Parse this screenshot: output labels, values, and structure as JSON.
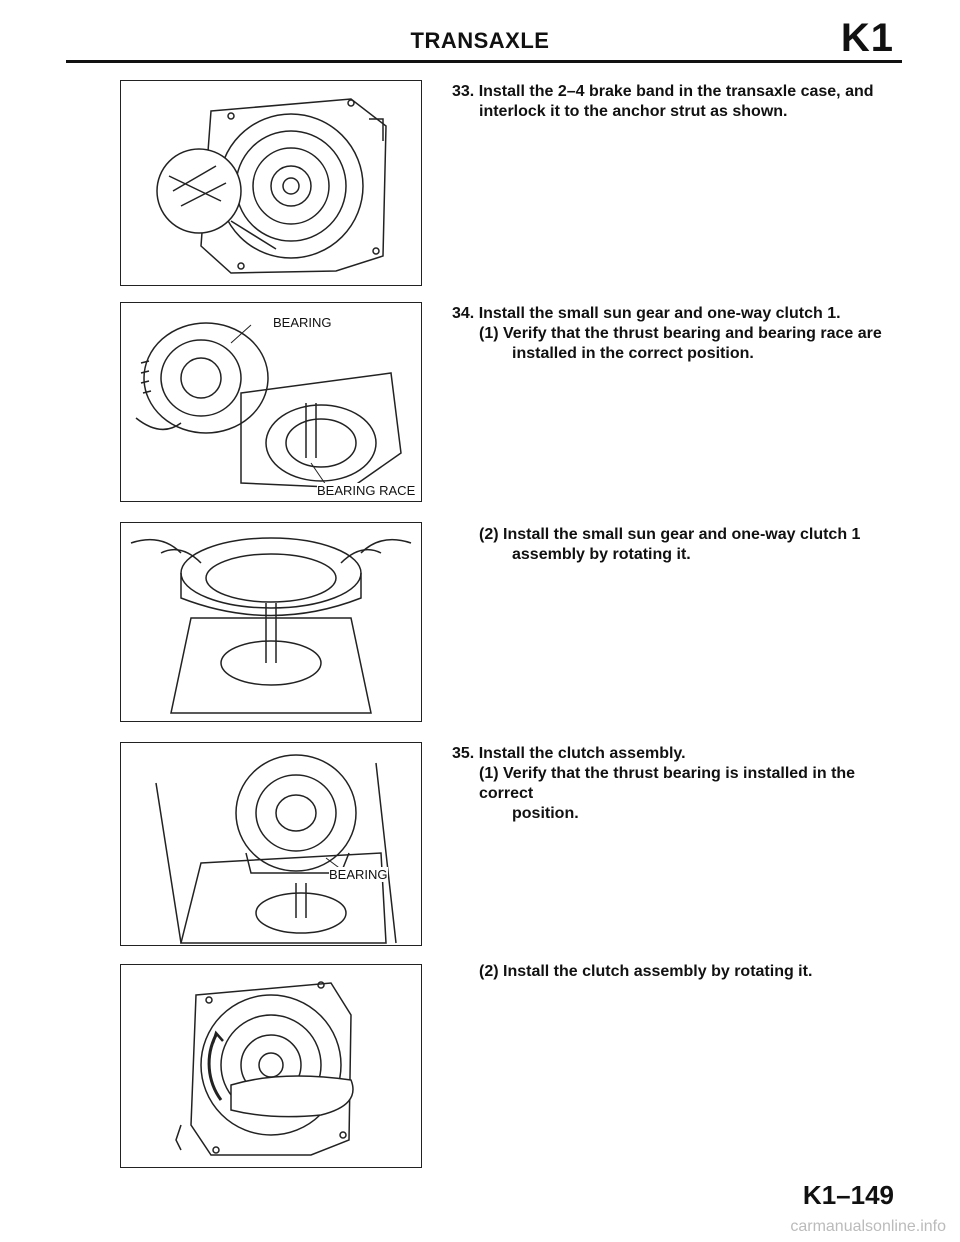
{
  "header": {
    "title": "TRANSAXLE",
    "section": "K1"
  },
  "figures": [
    {
      "labels": []
    },
    {
      "labels": [
        "BEARING",
        "BEARING RACE"
      ]
    },
    {
      "labels": []
    },
    {
      "labels": [
        "BEARING"
      ]
    },
    {
      "labels": []
    }
  ],
  "steps": {
    "s33": {
      "line1": "33. Install the 2–4 brake band in the transaxle case, and",
      "line2": "interlock it to the anchor strut as shown."
    },
    "s34": {
      "line1": "34. Install the small sun gear and one-way clutch 1.",
      "sub1_line1": "(1) Verify that the thrust bearing and bearing race are",
      "sub1_line2": "installed in the correct position.",
      "sub2_line1": "(2) Install the small sun gear and one-way clutch 1",
      "sub2_line2": "assembly by rotating it."
    },
    "s35": {
      "line1": "35. Install the clutch assembly.",
      "sub1_line1": "(1) Verify that the thrust bearing is installed in the correct",
      "sub1_line2": "position.",
      "sub2_line1": "(2) Install the clutch assembly by rotating it."
    }
  },
  "footer": {
    "page": "K1–149",
    "watermark": "carmanualsonline.info"
  }
}
